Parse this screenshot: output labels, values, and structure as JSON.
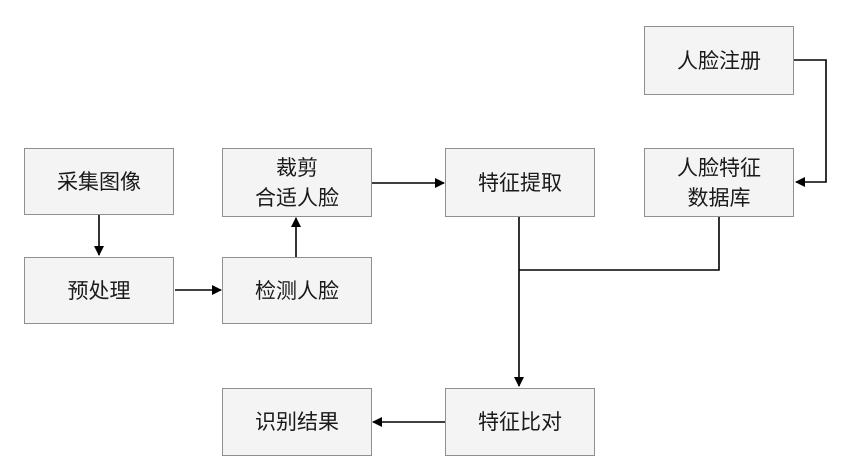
{
  "flowchart": {
    "nodes": [
      {
        "id": "capture",
        "label": "采集图像"
      },
      {
        "id": "preprocess",
        "label": "预处理"
      },
      {
        "id": "detect",
        "label": "检测人脸"
      },
      {
        "id": "crop",
        "label": "裁剪\n合适人脸"
      },
      {
        "id": "extract",
        "label": "特征提取"
      },
      {
        "id": "register",
        "label": "人脸注册"
      },
      {
        "id": "database",
        "label": "人脸特征\n数据库"
      },
      {
        "id": "compare",
        "label": "特征比对"
      },
      {
        "id": "result",
        "label": "识别结果"
      }
    ],
    "edges": [
      {
        "from": "capture",
        "to": "preprocess"
      },
      {
        "from": "preprocess",
        "to": "detect"
      },
      {
        "from": "detect",
        "to": "crop"
      },
      {
        "from": "crop",
        "to": "extract"
      },
      {
        "from": "register",
        "to": "database"
      },
      {
        "from": "extract",
        "to": "compare"
      },
      {
        "from": "database",
        "to": "compare"
      },
      {
        "from": "compare",
        "to": "result"
      }
    ]
  }
}
